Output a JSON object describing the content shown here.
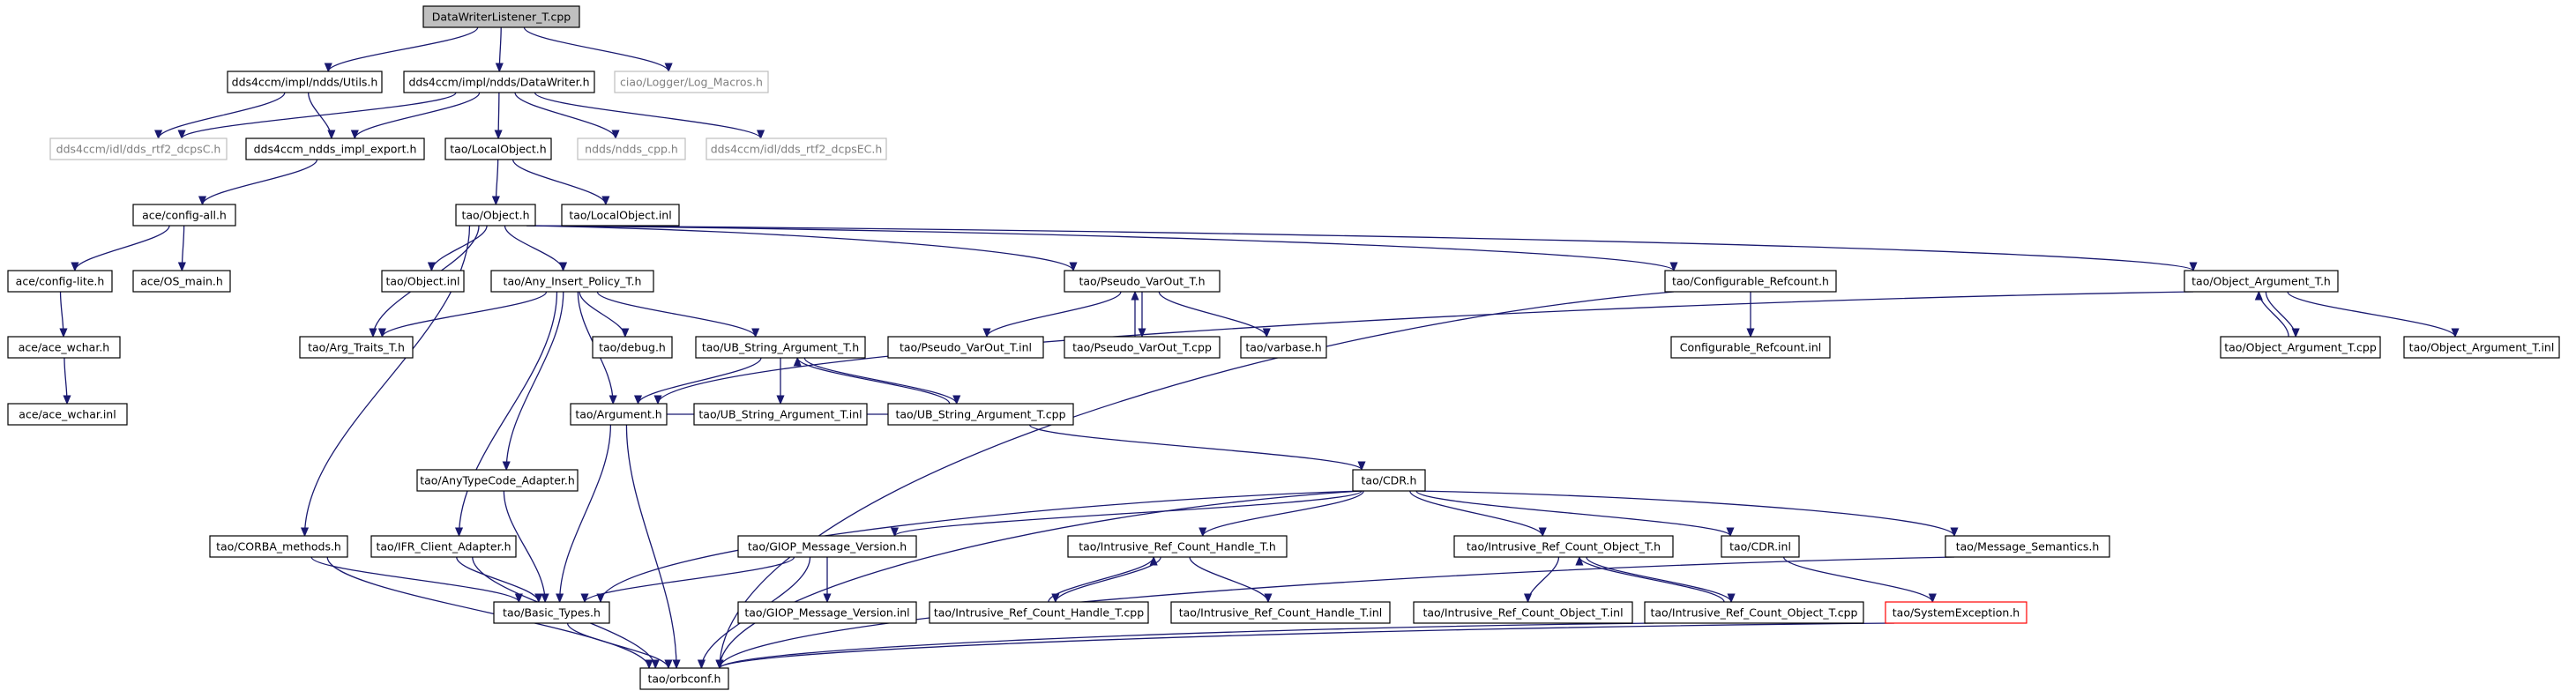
{
  "graph": {
    "nodes": [
      {
        "id": "root",
        "label": "DataWriterListener_T.cpp",
        "style": "root"
      },
      {
        "id": "utils",
        "label": "dds4ccm/impl/ndds/Utils.h",
        "style": "normal"
      },
      {
        "id": "datawriter",
        "label": "dds4ccm/impl/ndds/DataWriter.h",
        "style": "normal"
      },
      {
        "id": "logmacros",
        "label": "ciao/Logger/Log_Macros.h",
        "style": "gray"
      },
      {
        "id": "dcpsc",
        "label": "dds4ccm/idl/dds_rtf2_dcpsC.h",
        "style": "gray"
      },
      {
        "id": "export",
        "label": "dds4ccm_ndds_impl_export.h",
        "style": "normal"
      },
      {
        "id": "localobject",
        "label": "tao/LocalObject.h",
        "style": "normal"
      },
      {
        "id": "nddscpp",
        "label": "ndds/ndds_cpp.h",
        "style": "gray"
      },
      {
        "id": "dcpsec",
        "label": "dds4ccm/idl/dds_rtf2_dcpsEC.h",
        "style": "gray"
      },
      {
        "id": "configall",
        "label": "ace/config-all.h",
        "style": "normal"
      },
      {
        "id": "objecth",
        "label": "tao/Object.h",
        "style": "normal"
      },
      {
        "id": "localobjectinl",
        "label": "tao/LocalObject.inl",
        "style": "normal"
      },
      {
        "id": "configlite",
        "label": "ace/config-lite.h",
        "style": "normal"
      },
      {
        "id": "osmain",
        "label": "ace/OS_main.h",
        "style": "normal"
      },
      {
        "id": "objectinl",
        "label": "tao/Object.inl",
        "style": "normal"
      },
      {
        "id": "anyinsert",
        "label": "tao/Any_Insert_Policy_T.h",
        "style": "normal"
      },
      {
        "id": "pseudovarh",
        "label": "tao/Pseudo_VarOut_T.h",
        "style": "normal"
      },
      {
        "id": "configrefh",
        "label": "tao/Configurable_Refcount.h",
        "style": "normal"
      },
      {
        "id": "objargh",
        "label": "tao/Object_Argument_T.h",
        "style": "normal"
      },
      {
        "id": "acewchar",
        "label": "ace/ace_wchar.h",
        "style": "normal"
      },
      {
        "id": "argtraits",
        "label": "tao/Arg_Traits_T.h",
        "style": "normal"
      },
      {
        "id": "debug",
        "label": "tao/debug.h",
        "style": "normal"
      },
      {
        "id": "ubstrh",
        "label": "tao/UB_String_Argument_T.h",
        "style": "normal"
      },
      {
        "id": "pseudovarinl",
        "label": "tao/Pseudo_VarOut_T.inl",
        "style": "normal"
      },
      {
        "id": "pseudovarcpp",
        "label": "tao/Pseudo_VarOut_T.cpp",
        "style": "normal"
      },
      {
        "id": "varbase",
        "label": "tao/varbase.h",
        "style": "normal"
      },
      {
        "id": "configrefinl",
        "label": "Configurable_Refcount.inl",
        "style": "normal"
      },
      {
        "id": "objargcpp",
        "label": "tao/Object_Argument_T.cpp",
        "style": "normal"
      },
      {
        "id": "objarginl",
        "label": "tao/Object_Argument_T.inl",
        "style": "normal"
      },
      {
        "id": "acewcharinl",
        "label": "ace/ace_wchar.inl",
        "style": "normal"
      },
      {
        "id": "argument",
        "label": "tao/Argument.h",
        "style": "normal"
      },
      {
        "id": "ubstrinl",
        "label": "tao/UB_String_Argument_T.inl",
        "style": "normal"
      },
      {
        "id": "ubstrcpp",
        "label": "tao/UB_String_Argument_T.cpp",
        "style": "normal"
      },
      {
        "id": "anytypecode",
        "label": "tao/AnyTypeCode_Adapter.h",
        "style": "normal"
      },
      {
        "id": "cdrh",
        "label": "tao/CDR.h",
        "style": "normal"
      },
      {
        "id": "corbamethods",
        "label": "tao/CORBA_methods.h",
        "style": "normal"
      },
      {
        "id": "ifrclient",
        "label": "tao/IFR_Client_Adapter.h",
        "style": "normal"
      },
      {
        "id": "giopver",
        "label": "tao/GIOP_Message_Version.h",
        "style": "normal"
      },
      {
        "id": "irchh",
        "label": "tao/Intrusive_Ref_Count_Handle_T.h",
        "style": "normal"
      },
      {
        "id": "ircoh",
        "label": "tao/Intrusive_Ref_Count_Object_T.h",
        "style": "normal"
      },
      {
        "id": "cdrinl",
        "label": "tao/CDR.inl",
        "style": "normal"
      },
      {
        "id": "msgsem",
        "label": "tao/Message_Semantics.h",
        "style": "normal"
      },
      {
        "id": "basictypes",
        "label": "tao/Basic_Types.h",
        "style": "normal"
      },
      {
        "id": "giopverinl",
        "label": "tao/GIOP_Message_Version.inl",
        "style": "normal"
      },
      {
        "id": "irchcpp",
        "label": "tao/Intrusive_Ref_Count_Handle_T.cpp",
        "style": "normal"
      },
      {
        "id": "irchinl",
        "label": "tao/Intrusive_Ref_Count_Handle_T.inl",
        "style": "normal"
      },
      {
        "id": "ircoinl",
        "label": "tao/Intrusive_Ref_Count_Object_T.inl",
        "style": "normal"
      },
      {
        "id": "ircocpp",
        "label": "tao/Intrusive_Ref_Count_Object_T.cpp",
        "style": "normal"
      },
      {
        "id": "sysexc",
        "label": "tao/SystemException.h",
        "style": "red"
      },
      {
        "id": "orbconf",
        "label": "tao/orbconf.h",
        "style": "normal"
      }
    ],
    "edges": [
      [
        "root",
        "utils"
      ],
      [
        "root",
        "datawriter"
      ],
      [
        "root",
        "logmacros"
      ],
      [
        "utils",
        "dcpsc"
      ],
      [
        "utils",
        "export"
      ],
      [
        "datawriter",
        "dcpsc"
      ],
      [
        "datawriter",
        "export"
      ],
      [
        "datawriter",
        "localobject"
      ],
      [
        "datawriter",
        "nddscpp"
      ],
      [
        "datawriter",
        "dcpsec"
      ],
      [
        "export",
        "configall"
      ],
      [
        "localobject",
        "objecth"
      ],
      [
        "localobject",
        "localobjectinl"
      ],
      [
        "configall",
        "configlite"
      ],
      [
        "configall",
        "osmain"
      ],
      [
        "configlite",
        "acewchar"
      ],
      [
        "acewchar",
        "acewcharinl"
      ],
      [
        "objecth",
        "objectinl"
      ],
      [
        "objecth",
        "anyinsert"
      ],
      [
        "objecth",
        "argtraits"
      ],
      [
        "objecth",
        "pseudovarh"
      ],
      [
        "objecth",
        "configrefh"
      ],
      [
        "objecth",
        "objargh"
      ],
      [
        "objecth",
        "corbamethods"
      ],
      [
        "anyinsert",
        "argtraits"
      ],
      [
        "anyinsert",
        "debug"
      ],
      [
        "anyinsert",
        "ubstrh"
      ],
      [
        "anyinsert",
        "argument"
      ],
      [
        "anyinsert",
        "anytypecode"
      ],
      [
        "anyinsert",
        "ifrclient"
      ],
      [
        "pseudovarh",
        "pseudovarinl"
      ],
      [
        "pseudovarh",
        "pseudovarcpp"
      ],
      [
        "pseudovarh",
        "varbase"
      ],
      [
        "pseudovarcpp",
        "pseudovarh"
      ],
      [
        "configrefh",
        "configrefinl"
      ],
      [
        "configrefh",
        "orbconf"
      ],
      [
        "objargh",
        "objargcpp"
      ],
      [
        "objargh",
        "objarginl"
      ],
      [
        "objargh",
        "argument"
      ],
      [
        "objargcpp",
        "objargh"
      ],
      [
        "ubstrh",
        "argument"
      ],
      [
        "ubstrh",
        "ubstrinl"
      ],
      [
        "ubstrh",
        "ubstrcpp"
      ],
      [
        "ubstrcpp",
        "ubstrh"
      ],
      [
        "ubstrcpp",
        "argument"
      ],
      [
        "ubstrcpp",
        "cdrh"
      ],
      [
        "argument",
        "basictypes"
      ],
      [
        "argument",
        "orbconf"
      ],
      [
        "anytypecode",
        "basictypes"
      ],
      [
        "corbamethods",
        "basictypes"
      ],
      [
        "corbamethods",
        "orbconf"
      ],
      [
        "ifrclient",
        "basictypes"
      ],
      [
        "ifrclient",
        "orbconf"
      ],
      [
        "cdrh",
        "basictypes"
      ],
      [
        "cdrh",
        "giopver"
      ],
      [
        "cdrh",
        "irchh"
      ],
      [
        "cdrh",
        "ircoh"
      ],
      [
        "cdrh",
        "cdrinl"
      ],
      [
        "cdrh",
        "msgsem"
      ],
      [
        "cdrh",
        "orbconf"
      ],
      [
        "giopver",
        "basictypes"
      ],
      [
        "giopver",
        "giopverinl"
      ],
      [
        "giopver",
        "orbconf"
      ],
      [
        "irchh",
        "irchcpp"
      ],
      [
        "irchh",
        "irchinl"
      ],
      [
        "irchcpp",
        "irchh"
      ],
      [
        "ircoh",
        "ircoinl"
      ],
      [
        "ircoh",
        "ircocpp"
      ],
      [
        "ircocpp",
        "ircoh"
      ],
      [
        "cdrinl",
        "sysexc"
      ],
      [
        "msgsem",
        "orbconf"
      ],
      [
        "sysexc",
        "orbconf"
      ],
      [
        "basictypes",
        "orbconf"
      ],
      [
        "ircocpp",
        "orbconf"
      ]
    ]
  }
}
